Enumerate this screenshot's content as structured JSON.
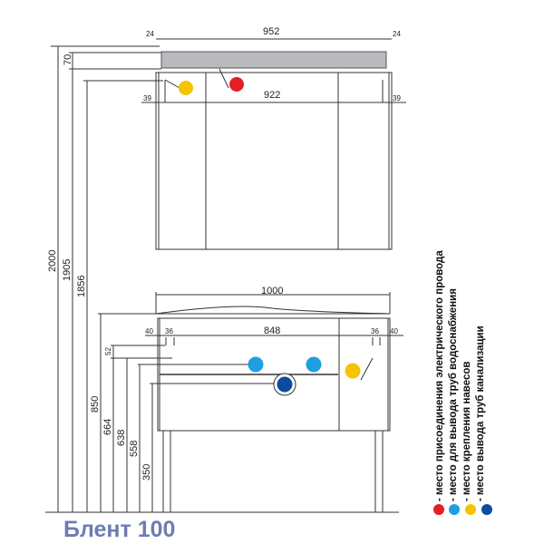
{
  "title": "Блент 100",
  "mirror": {
    "width_total": "952",
    "side_left": "24",
    "side_right": "24",
    "inner": "922",
    "offset_left": "39",
    "offset_right": "39",
    "top_band": "70"
  },
  "vanity": {
    "width_total": "1000",
    "inner": "848",
    "edge_left": "40",
    "edge_right": "40",
    "hole_left": "36",
    "hole_right": "36",
    "small": "52"
  },
  "heights": {
    "h2000": "2000",
    "h1905": "1905",
    "h1856": "1856",
    "h850": "850",
    "h664": "664",
    "h638": "638",
    "h558": "558",
    "h350": "350"
  },
  "legend": [
    {
      "label": "- место присоединения электрического провода",
      "color": "#e31e24"
    },
    {
      "label": "- место для вывода труб водоснабжения",
      "color": "#1ea0e0"
    },
    {
      "label": "- место крепления навесов",
      "color": "#f5c400"
    },
    {
      "label": "- место вывода труб канализации",
      "color": "#0d4c9c"
    }
  ]
}
